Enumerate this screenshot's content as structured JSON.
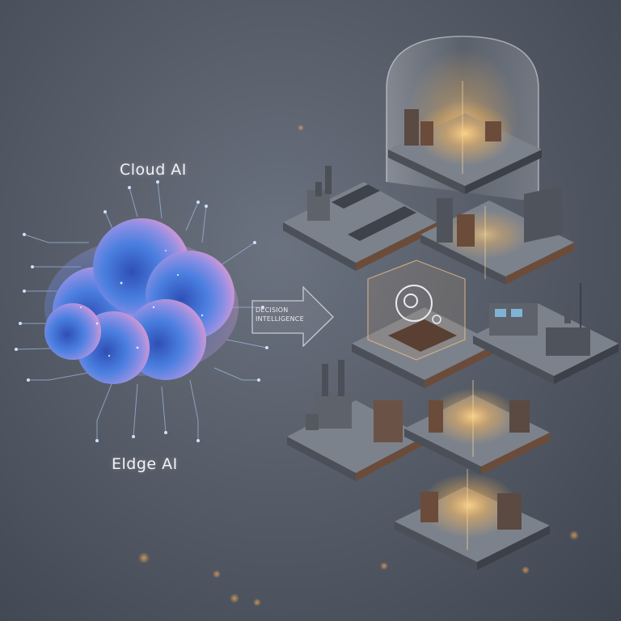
{
  "labels": {
    "cloud": "Cloud AI",
    "edge": "Eldge AI",
    "decision_line1": "DECISION",
    "decision_line2": "INTELLIGENCE"
  },
  "colors": {
    "background": "#565d68",
    "cloud_blue": "#4a7fe0",
    "cloud_pink": "#d88bd0",
    "glow": "#f2b35c",
    "platform_top": "#7c828b",
    "platform_side": "#4a4f58"
  },
  "icons": [
    "cloud-icon",
    "brain-gear-icon",
    "arrow-right-icon",
    "factory-icon",
    "conveyor-icon",
    "glass-dome-icon"
  ]
}
